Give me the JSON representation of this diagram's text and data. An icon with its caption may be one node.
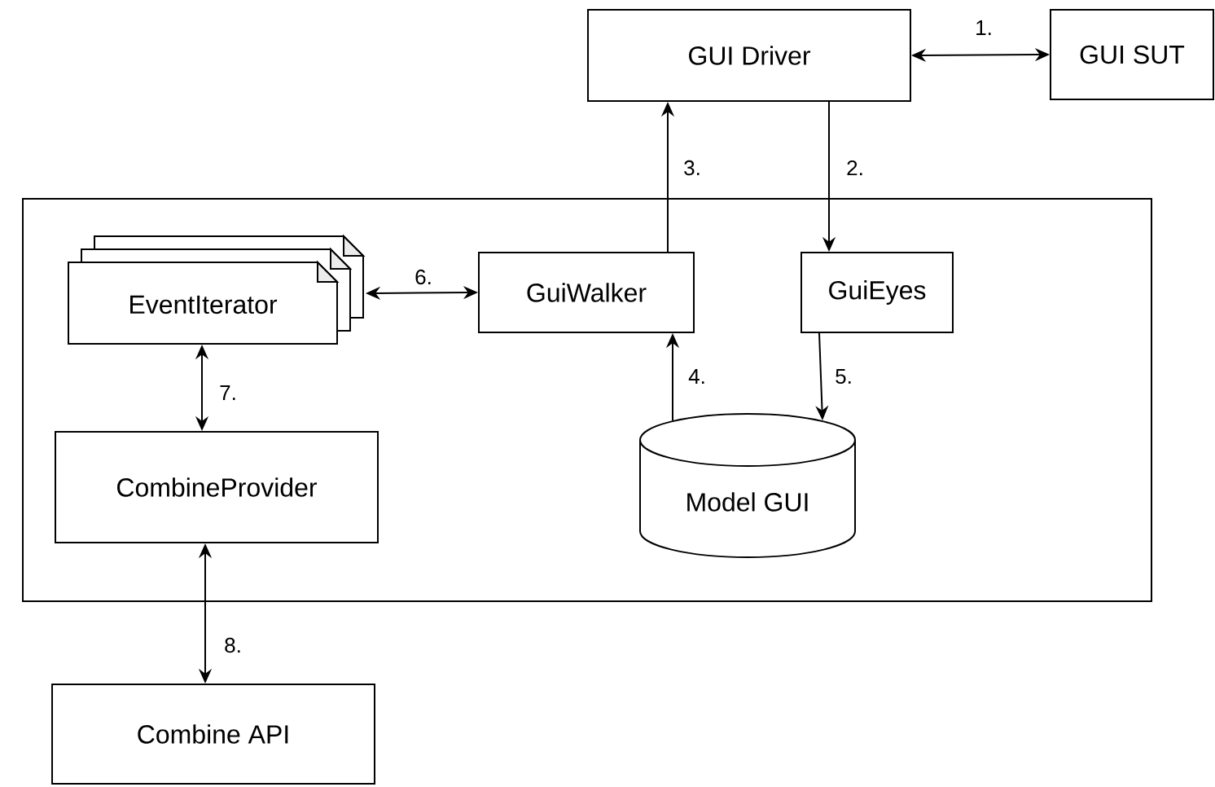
{
  "diagram": {
    "nodes": [
      {
        "text": [
          "GUI Driver"
        ]
      },
      {
        "text": [
          "GUI SUT"
        ]
      },
      {
        "text": [],
        "shape": "box"
      },
      {
        "text": [
          "EventIterator"
        ],
        "in": 2
      },
      {
        "text": [
          "GuiWalker"
        ],
        "in": 2
      },
      {
        "text": [
          "GuiEyes"
        ],
        "in": 2
      },
      {
        "text": [
          "CombineProvider"
        ],
        "in": 2
      },
      {
        "text": [
          "Model GUI"
        ],
        "in": 2
      },
      {
        "text": [
          "Combine API"
        ]
      }
    ],
    "edges": [
      {
        "from": 0,
        "to": 1,
        "arrow": "both",
        "label": "1."
      },
      {
        "from": 0,
        "to": 5,
        "arrow": "to",
        "label": "2."
      },
      {
        "from": 4,
        "to": 0,
        "arrow": "to",
        "label": "3."
      },
      {
        "from": 7,
        "to": 4,
        "arrow": "to",
        "label": "4."
      },
      {
        "from": 5,
        "to": 7,
        "arrow": "to",
        "label": "5."
      },
      {
        "from": 3,
        "to": 4,
        "arrow": "both",
        "label": "6."
      },
      {
        "from": 3,
        "to": 6,
        "arrow": "both",
        "label": "7."
      },
      {
        "from": 6,
        "to": 8,
        "arrow": "both",
        "label": "8."
      }
    ]
  }
}
